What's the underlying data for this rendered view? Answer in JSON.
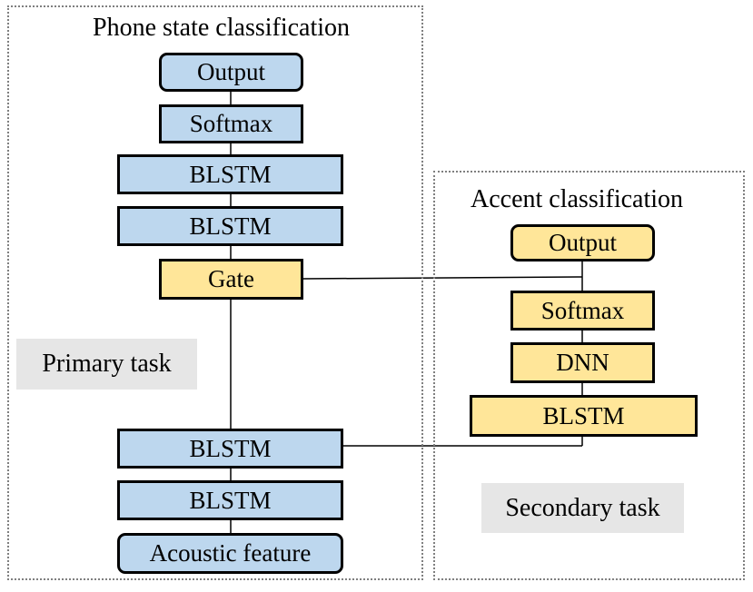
{
  "primary": {
    "title": "Phone state classification",
    "task_label": "Primary task",
    "layers": {
      "output": "Output",
      "softmax": "Softmax",
      "blstm_top_1": "BLSTM",
      "blstm_top_2": "BLSTM",
      "gate": "Gate",
      "blstm_bottom_1": "BLSTM",
      "blstm_bottom_2": "BLSTM",
      "input": "Acoustic feature"
    }
  },
  "secondary": {
    "title": "Accent classification",
    "task_label": "Secondary task",
    "layers": {
      "output": "Output",
      "softmax": "Softmax",
      "dnn": "DNN",
      "blstm": "BLSTM"
    }
  },
  "colors": {
    "primary_fill": "#bdd7ee",
    "secondary_fill": "#ffe699",
    "task_label_fill": "#e6e6e6",
    "region_border": "#7f7f7f"
  }
}
